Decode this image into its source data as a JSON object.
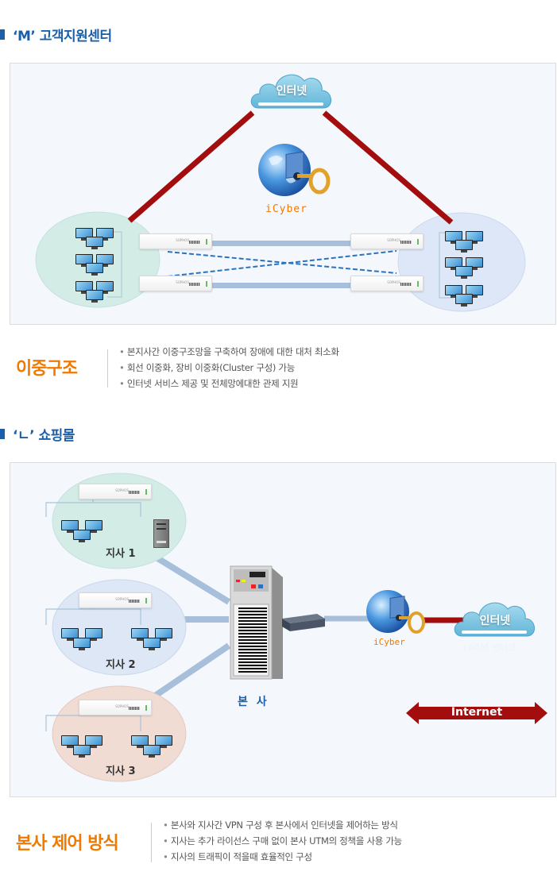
{
  "section_m": {
    "title": "‘M’ 고객지원센터",
    "internet_cloud_label": "인터넷",
    "logo_text": "iCyber",
    "device_brand": "SOPHOS",
    "description": {
      "heading": "이중구조",
      "bullets": [
        "본지사간 이중구조망을 구축하여 장애에 대한 대처 최소화",
        "회선 이중화, 장비 이중화(Cluster 구성) 가능",
        "인터넷 서비스 제공 및 전체망에대한 관제 지원"
      ]
    }
  },
  "section_l": {
    "title": "‘ㄴ’ 쇼핑몰",
    "branches": [
      {
        "label": "지사 1",
        "color": "#d3ede6"
      },
      {
        "label": "지사 2",
        "color": "#dde7f6"
      },
      {
        "label": "지사 3",
        "color": "#f1dcd4"
      }
    ],
    "hq_label": "본 사",
    "internet_cloud_label": "인터넷",
    "cloud_sub_label": "100M 인터넷",
    "logo_text": "iCyber",
    "internet_arrow_label": "Internet",
    "device_brand": "SOPHOS",
    "description": {
      "heading": "본사 제어 방식",
      "bullets": [
        "본사와 지사간 VPN 구성 후 본사에서 인터넷을 제어하는 방식",
        "지사는 추가 라이선스 구매 없이 본사 UTM의 정책을 사용 가능",
        "지사의 트래픽이 적을때 효율적인 구성"
      ]
    }
  },
  "colors": {
    "title_blue": "#1a5fa8",
    "heading_orange": "#f07a00",
    "link_red": "#a30d0d",
    "link_blue": "#a7bfda",
    "dash_blue": "#2a72c0",
    "cloud_blue": "#7cc6e2"
  }
}
